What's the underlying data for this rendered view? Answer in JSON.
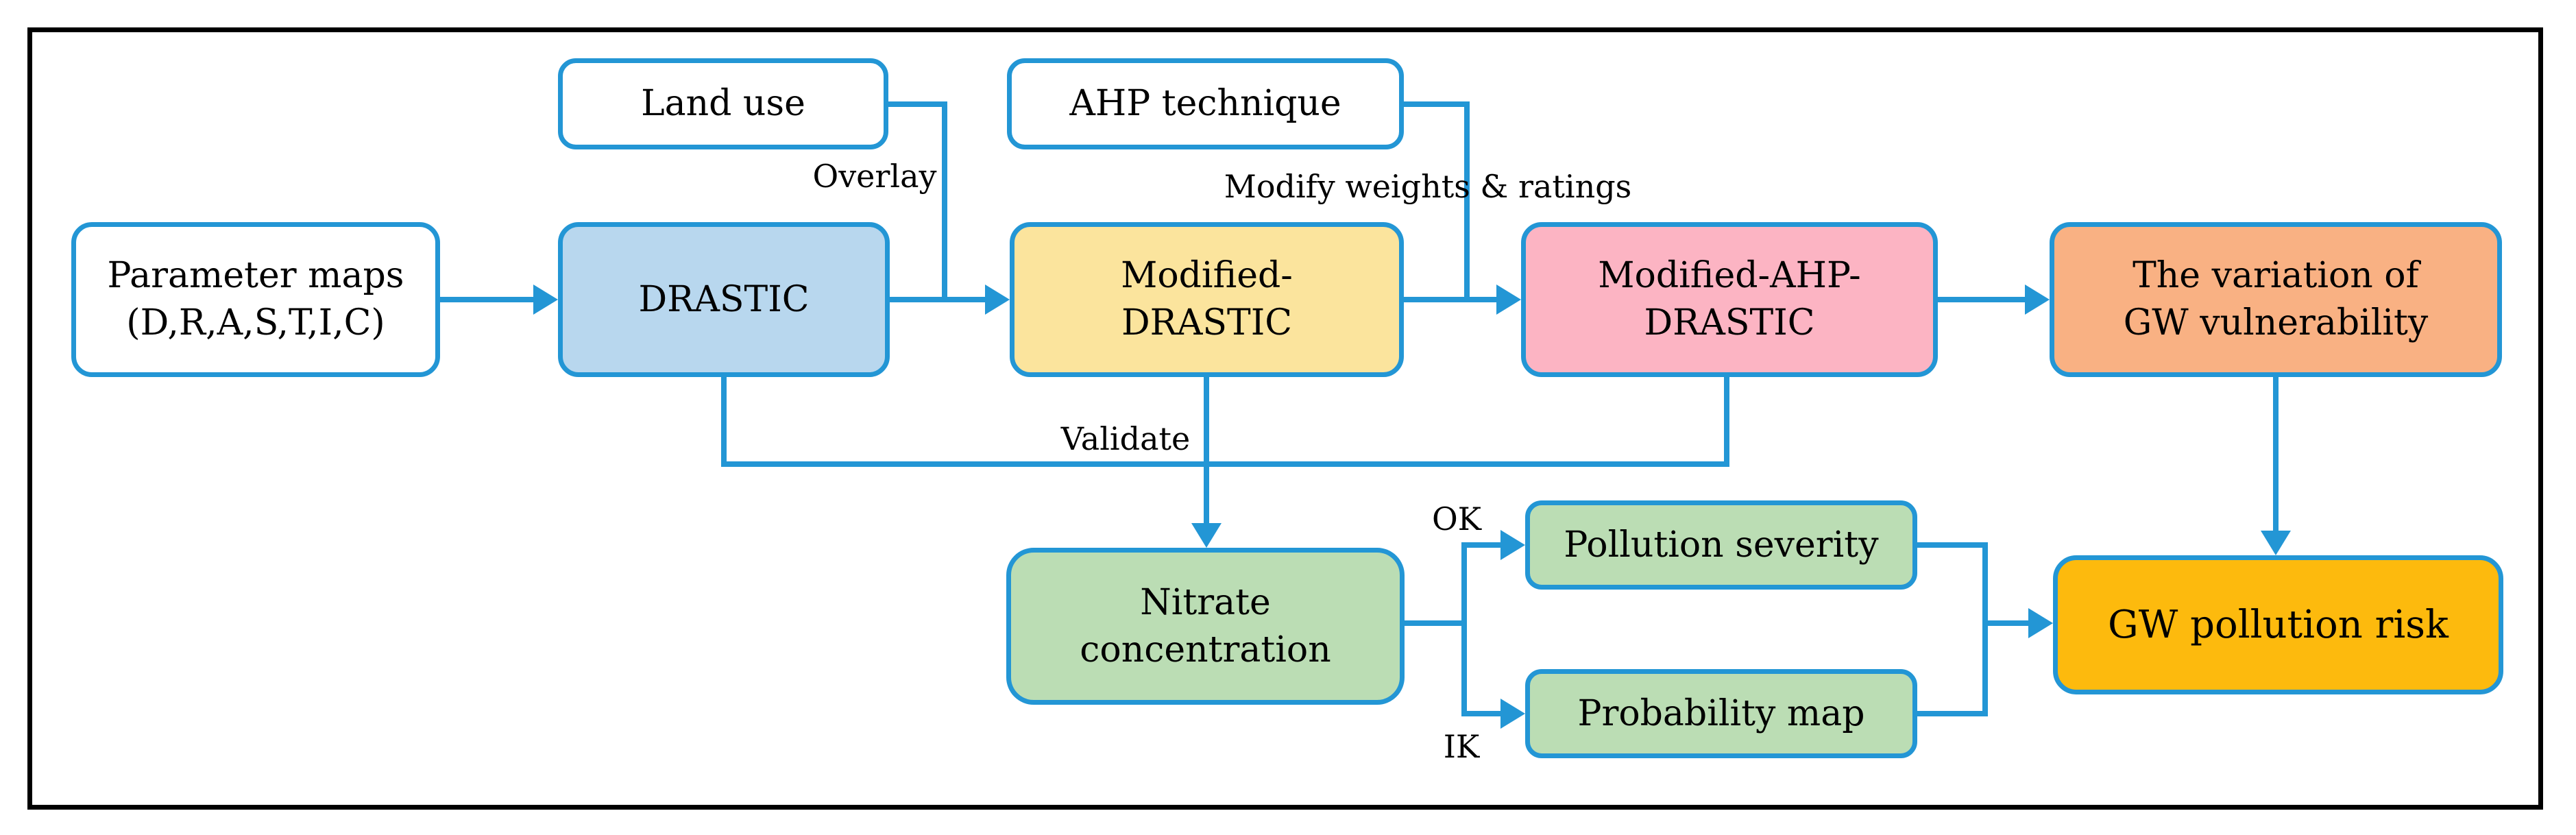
{
  "nodes": {
    "land_use": {
      "label": "Land use"
    },
    "ahp_technique": {
      "label": "AHP technique"
    },
    "parameter_maps": {
      "line1": "Parameter maps",
      "line2": "(D,R,A,S,T,I,C)"
    },
    "drastic": {
      "label": "DRASTIC"
    },
    "modified_drastic": {
      "line1": "Modified-",
      "line2": "DRASTIC"
    },
    "modified_ahp_drastic": {
      "line1": "Modified-AHP-",
      "line2": "DRASTIC"
    },
    "gw_variation": {
      "line1": "The variation of",
      "line2": "GW vulnerability"
    },
    "nitrate": {
      "line1": "Nitrate",
      "line2": "concentration"
    },
    "pollution_severity": {
      "label": "Pollution severity"
    },
    "probability_map": {
      "label": "Probability map"
    },
    "gw_pollution_risk": {
      "label": "GW pollution risk"
    }
  },
  "edge_labels": {
    "overlay": "Overlay",
    "modify_weights": "Modify weights & ratings",
    "validate": "Validate",
    "ok": "OK",
    "ik": "IK"
  },
  "colors": {
    "stroke": "#2396D5",
    "drastic_fill": "#B8D7EE",
    "modified_drastic_fill": "#FBE49D",
    "modified_ahp_fill": "#FCB4C3",
    "variation_fill": "#F9B183",
    "green_fill": "#BBDDB4",
    "risk_fill": "#FDBA0D",
    "white_fill": "#FFFFFF",
    "text": "#000000",
    "frame": "#000000"
  }
}
